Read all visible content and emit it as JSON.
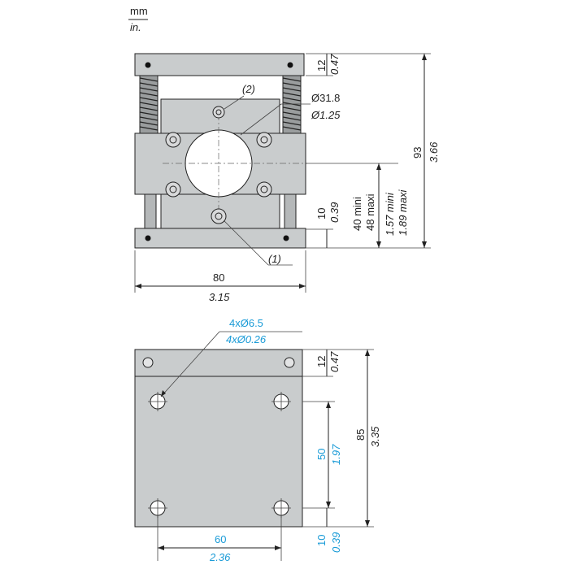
{
  "units": {
    "primary": "mm",
    "secondary": "in."
  },
  "top_view": {
    "width_mm": "80",
    "width_in": "3.15",
    "height_mm": "93",
    "height_in": "3.66",
    "plate_mm": "12",
    "plate_in": "0.47",
    "bore_mm": "Ø31.8",
    "bore_in": "Ø1.25",
    "base_mm": "10",
    "base_in": "0.39",
    "travel_mm_min": "40 mini",
    "travel_mm_max": "48 maxi",
    "travel_in_min": "1.57 mini",
    "travel_in_max": "1.89 maxi",
    "callout_1": "(1)",
    "callout_2": "(2)"
  },
  "bottom_view": {
    "holes_mm": "4xØ6.5",
    "holes_in": "4xØ0.26",
    "plate_mm": "12",
    "plate_in": "0.47",
    "spacing_v_mm": "50",
    "spacing_v_in": "1.97",
    "height_mm": "85",
    "height_in": "3.35",
    "spacing_h_mm": "60",
    "spacing_h_in": "2.36",
    "base_mm": "10",
    "base_in": "0.39"
  },
  "colors": {
    "ink": "#222222",
    "accent": "#1a9bd7",
    "part_fill": "#c9cccd"
  }
}
